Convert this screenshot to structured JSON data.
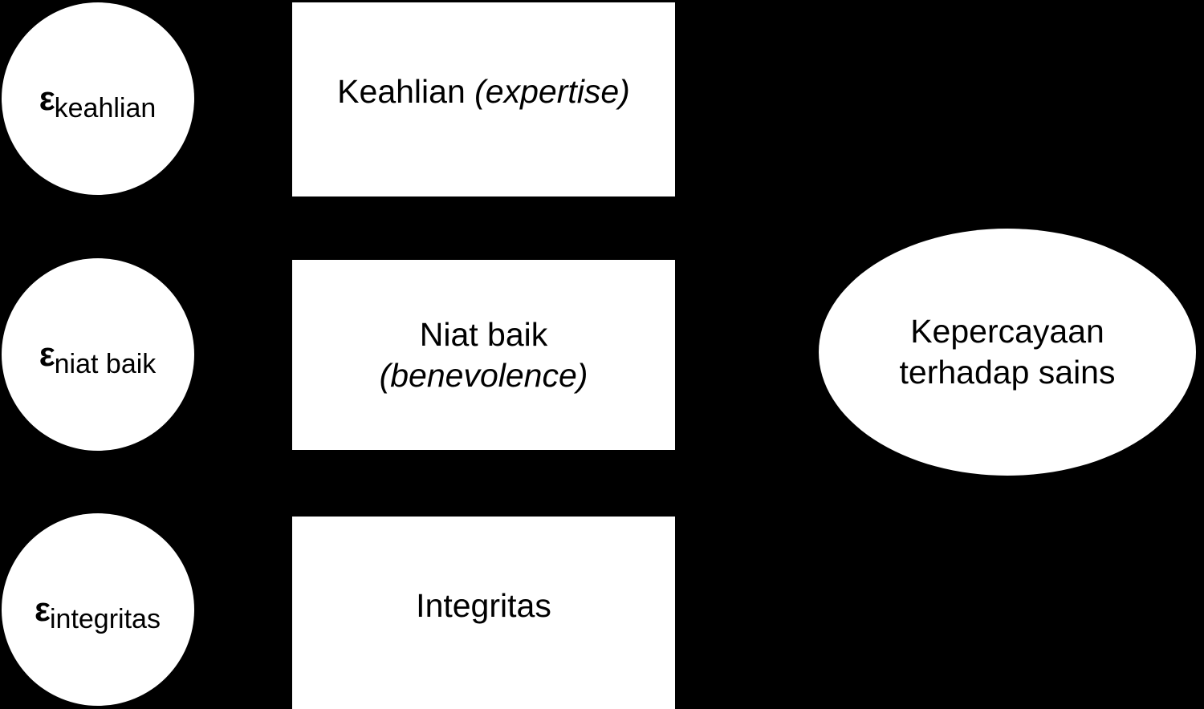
{
  "diagram": {
    "background_color": "#000000",
    "shape_fill_color": "#ffffff",
    "text_color": "#000000",
    "error_terms": [
      {
        "symbol": "ε",
        "subscript": "keahlian"
      },
      {
        "symbol": "ε",
        "subscript": "niat baik"
      },
      {
        "symbol": "ε",
        "subscript": "integritas"
      }
    ],
    "constructs": [
      {
        "label_plain": "Keahlian",
        "label_italic": "(expertise)",
        "full_label": "Keahlian (expertise)",
        "lines": 1
      },
      {
        "label_plain": "Niat baik",
        "label_italic": "(benevolence)",
        "full_label": "Niat baik (benevolence)",
        "lines": 2
      },
      {
        "label_plain": "Integritas",
        "label_italic": "",
        "full_label": "Integritas",
        "lines": 1
      }
    ],
    "outcome": {
      "line1": "Kepercayaan",
      "line2": "terhadap sains",
      "full_label": "Kepercayaan terhadap sains"
    }
  }
}
